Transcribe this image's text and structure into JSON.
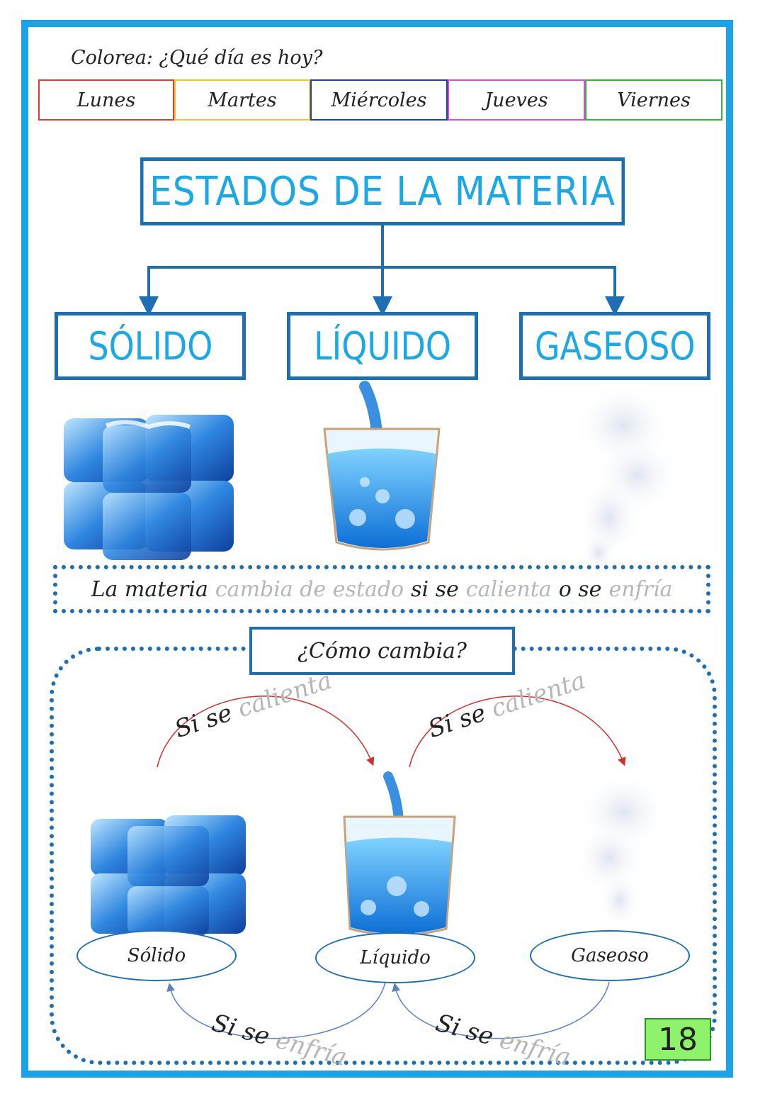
{
  "header": {
    "instruction": "Colorea: ¿Qué día es hoy?",
    "days": [
      {
        "label": "Lunes",
        "color": "#e53935"
      },
      {
        "label": "Martes",
        "color": "#f4c430"
      },
      {
        "label": "Miércoles",
        "color": "#1e3fa8"
      },
      {
        "label": "Jueves",
        "color": "#d64fd6"
      },
      {
        "label": "Viernes",
        "color": "#2eb82e"
      }
    ]
  },
  "title": "ESTADOS DE LA MATERIA",
  "states": [
    {
      "label": "SÓLIDO",
      "icon": "ice-cubes-icon"
    },
    {
      "label": "LÍQUIDO",
      "icon": "water-glass-icon"
    },
    {
      "label": "GASEOSO",
      "icon": "steam-icon"
    }
  ],
  "sentence": {
    "part1": "La materia",
    "trace1": "cambia de estado",
    "part2": "si se",
    "trace2": "calienta",
    "part3": "o se",
    "trace3": "enfría"
  },
  "process": {
    "question": "¿Cómo cambia?",
    "heat_prefix": "Si se",
    "heat_trace": "calienta",
    "cool_prefix": "Si se",
    "cool_trace": "enfría",
    "ellipses": [
      "Sólido",
      "Líquido",
      "Gaseoso"
    ]
  },
  "page_number": "18",
  "colors": {
    "frame": "#1aa3e8",
    "box_border": "#1c6fb4",
    "title_text": "#1aa8e6",
    "heat_arrow": "#d32f2f",
    "cool_arrow": "#5b7fc4",
    "page_number_bg": "#8ef26b"
  }
}
